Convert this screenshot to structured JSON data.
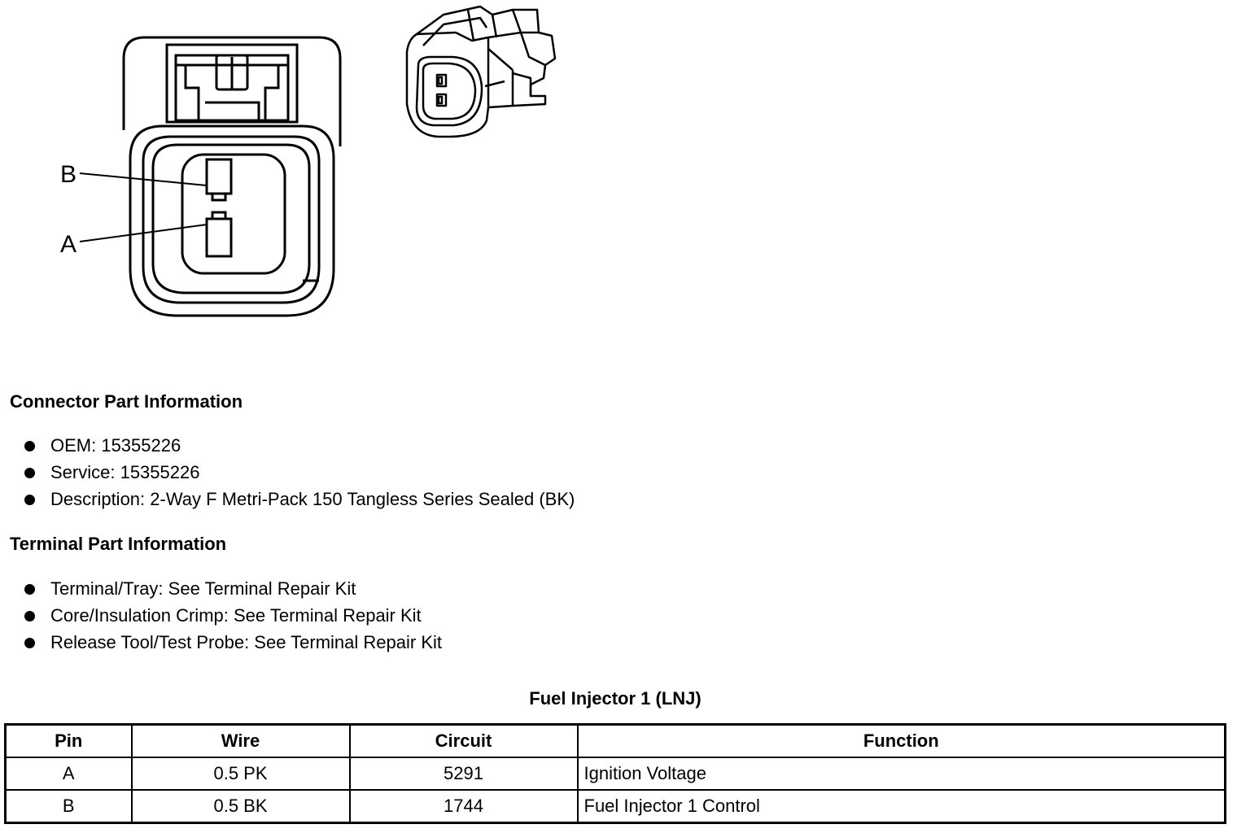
{
  "diagram": {
    "pin_labels": [
      "B",
      "A"
    ]
  },
  "connector_section": {
    "title": "Connector Part Information",
    "items": [
      "OEM: 15355226",
      "Service: 15355226",
      "Description: 2-Way F Metri-Pack 150 Tangless Series Sealed (BK)"
    ]
  },
  "terminal_section": {
    "title": "Terminal Part Information",
    "items": [
      "Terminal/Tray: See Terminal Repair Kit",
      "Core/Insulation Crimp: See Terminal Repair Kit",
      "Release Tool/Test Probe: See Terminal Repair Kit"
    ]
  },
  "pin_table": {
    "caption": "Fuel Injector 1 (LNJ)",
    "headers": [
      "Pin",
      "Wire",
      "Circuit",
      "Function"
    ],
    "rows": [
      [
        "A",
        "0.5 PK",
        "5291",
        "Ignition Voltage"
      ],
      [
        "B",
        "0.5 BK",
        "1744",
        "Fuel Injector 1 Control"
      ]
    ]
  }
}
